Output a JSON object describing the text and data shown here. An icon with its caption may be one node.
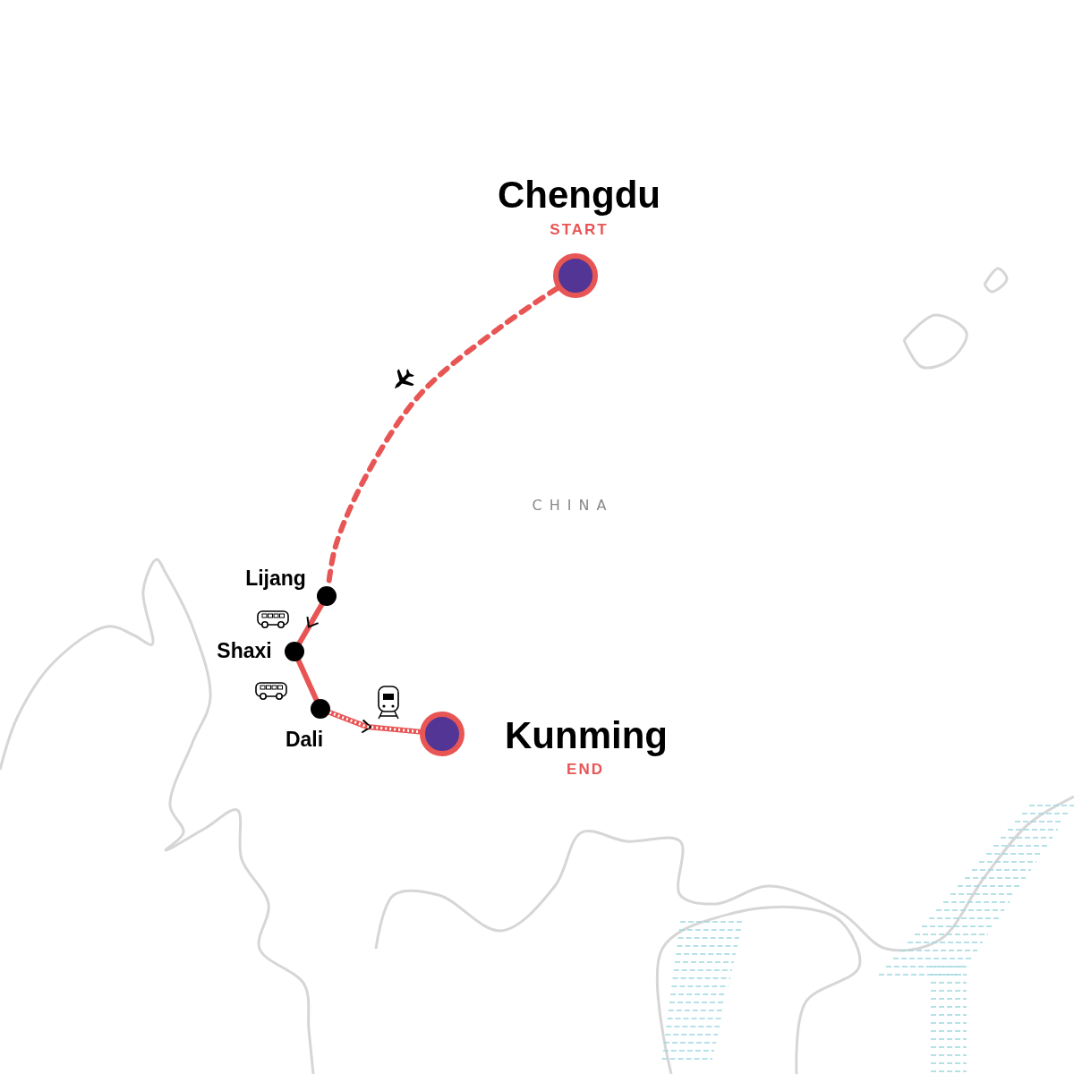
{
  "diagram": {
    "nodes": [
      {
        "text": [],
        "shape": "circle",
        "beside": [
          "Chengdu",
          "START"
        ]
      },
      {
        "text": [],
        "shape": "circle",
        "beside": [
          "Lijang"
        ]
      },
      {
        "text": [],
        "shape": "circle",
        "beside": [
          "Shaxi"
        ]
      },
      {
        "text": [],
        "shape": "circle",
        "beside": [
          "Dali"
        ]
      },
      {
        "text": [],
        "shape": "circle",
        "beside": [
          "Kunming",
          "END"
        ]
      }
    ],
    "edges": [
      {
        "from": 0,
        "to": 1,
        "arrow": "none",
        "style": "dashed"
      },
      {
        "from": 1,
        "to": 2,
        "arrow": "to"
      },
      {
        "from": 2,
        "to": 3,
        "arrow": "none"
      },
      {
        "from": 3,
        "to": 4,
        "arrow": "to"
      }
    ],
    "labels": [
      "CHINA"
    ]
  }
}
